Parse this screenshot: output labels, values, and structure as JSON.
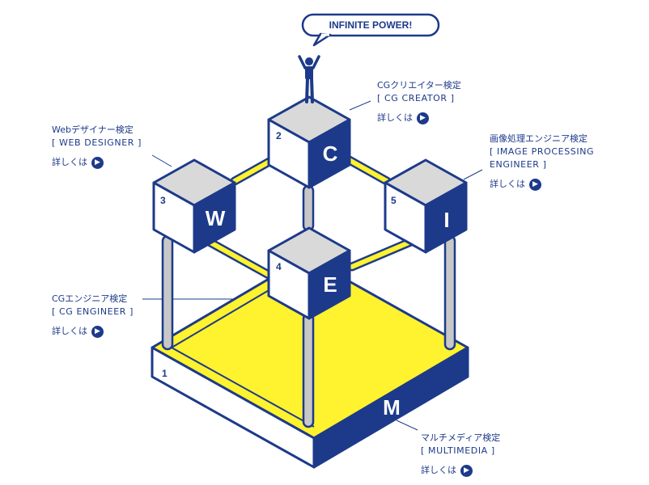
{
  "speech_bubble": "INFINITE POWER!",
  "levels": {
    "level1": {
      "number": "1",
      "letter": "M",
      "title": "マルチメディア検定",
      "subtitle": "[ MULTIMEDIA ]",
      "link": "詳しくは"
    },
    "level2": {
      "number": "2",
      "letter": "C",
      "title": "CGクリエイター検定",
      "subtitle": "[ CG CREATOR ]",
      "link": "詳しくは"
    },
    "level3": {
      "number": "3",
      "letter": "W",
      "title": "Webデザイナー検定",
      "subtitle": "[ WEB DESIGNER ]",
      "link": "詳しくは"
    },
    "level4": {
      "number": "4",
      "letter": "E",
      "title": "CGエンジニア検定",
      "subtitle": "[ CG ENGINEER ]",
      "link": "詳しくは"
    },
    "level5": {
      "number": "5",
      "letter": "I",
      "title": "画像処理エンジニア検定",
      "subtitle1": "[ IMAGE PROCESSING",
      "subtitle2": "ENGINEER ]",
      "link": "詳しくは"
    }
  },
  "colors": {
    "navy": "#1d3a8a",
    "yellow": "#fff22e",
    "gray": "#d9d9d9",
    "pole": "#c8c8c8"
  }
}
